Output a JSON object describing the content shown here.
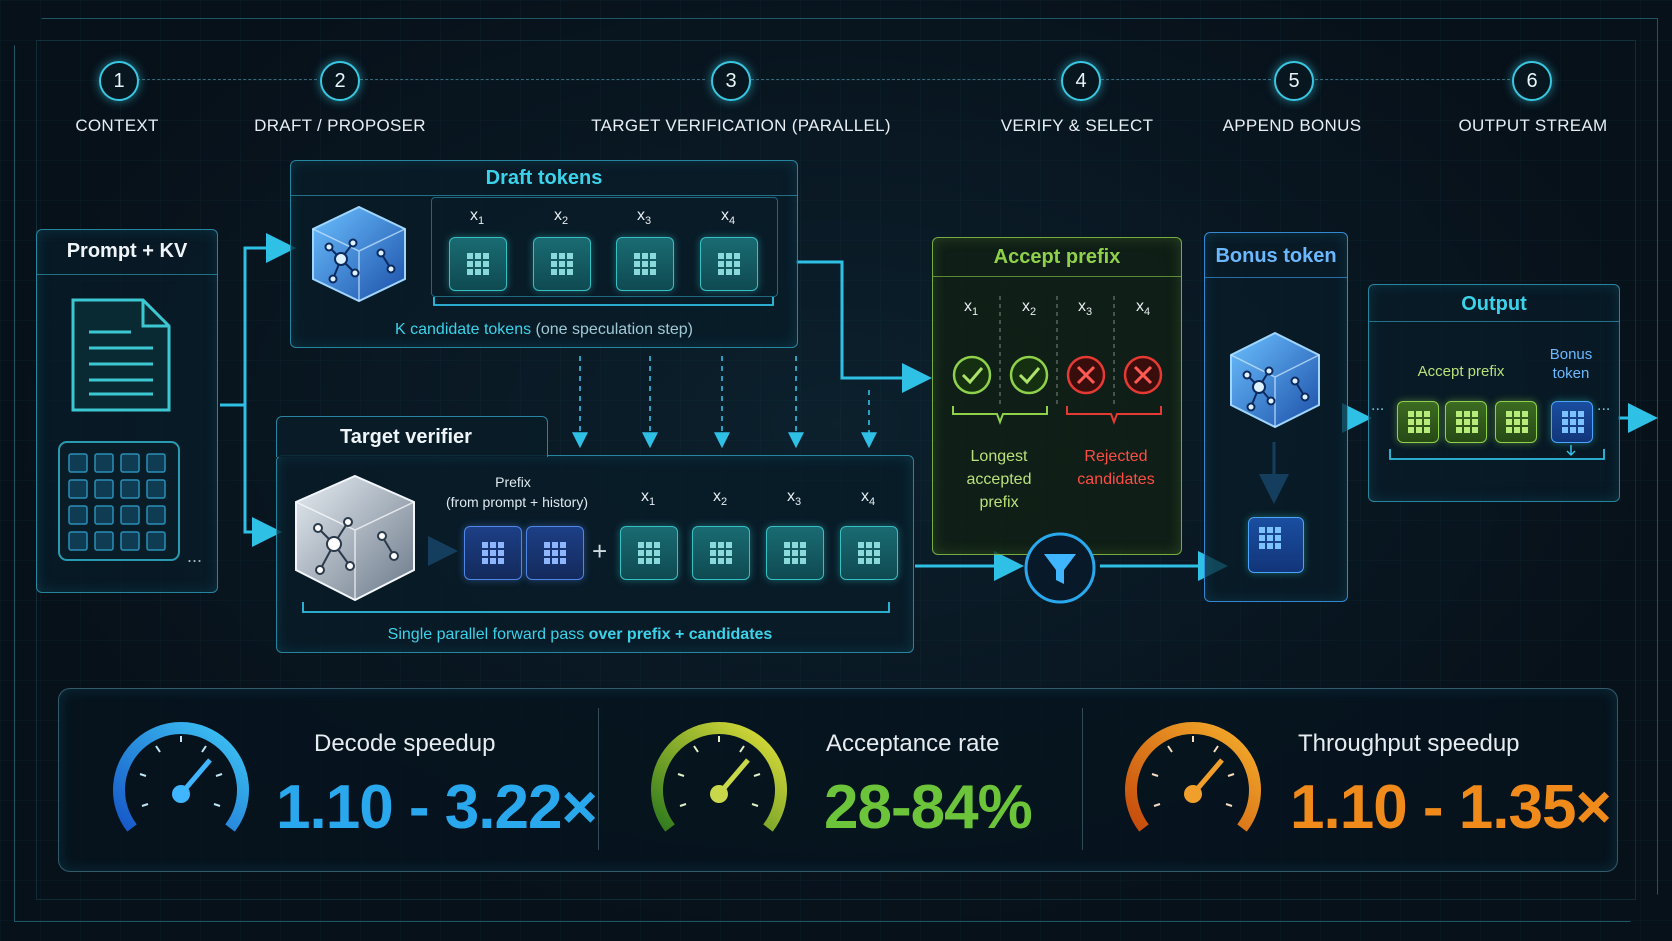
{
  "steps": [
    {
      "num": "1",
      "label": "CONTEXT"
    },
    {
      "num": "2",
      "label": "DRAFT / PROPOSER"
    },
    {
      "num": "3",
      "label": "TARGET VERIFICATION (PARALLEL)"
    },
    {
      "num": "4",
      "label": "VERIFY & SELECT"
    },
    {
      "num": "5",
      "label": "APPEND BONUS"
    },
    {
      "num": "6",
      "label": "OUTPUT STREAM"
    }
  ],
  "context": {
    "title": "Prompt + KV",
    "ellipsis": "..."
  },
  "draft": {
    "title": "Draft tokens",
    "tokens": [
      "x",
      "x",
      "x",
      "x"
    ],
    "subs": [
      "1",
      "2",
      "3",
      "4"
    ],
    "caption_main": "K candidate tokens",
    "caption_note": "(one speculation step)"
  },
  "target": {
    "title": "Target verifier",
    "prefix_label": "Prefix",
    "prefix_note": "(from prompt + history)",
    "plus": "+",
    "tokens": [
      "x",
      "x",
      "x",
      "x"
    ],
    "subs": [
      "1",
      "2",
      "3",
      "4"
    ],
    "caption_a": "Single parallel forward pass",
    "caption_b": "over prefix + candidates"
  },
  "accept": {
    "title": "Accept prefix",
    "tokens": [
      "x",
      "x",
      "x",
      "x"
    ],
    "subs": [
      "1",
      "2",
      "3",
      "4"
    ],
    "accepted_caption": [
      "Longest",
      "accepted",
      "prefix"
    ],
    "rejected_caption": [
      "Rejected",
      "candidates"
    ]
  },
  "bonus": {
    "title": "Bonus token"
  },
  "output": {
    "title": "Output",
    "accept_label": "Accept prefix",
    "bonus_label_1": "Bonus",
    "bonus_label_2": "token",
    "dots_left": "...",
    "dots_right": "..."
  },
  "metrics": [
    {
      "label": "Decode speedup",
      "value": "1.10 - 3.22×",
      "color": "#2aa8ee"
    },
    {
      "label": "Acceptance rate",
      "value": "28-84%",
      "color": "#6cc43a"
    },
    {
      "label": "Throughput speedup",
      "value": "1.10 - 1.35×",
      "color": "#f08a1a"
    }
  ],
  "colors": {
    "accent": "#38c6e0",
    "accept": "#8fd14a",
    "reject": "#e53a33",
    "bonus": "#3fa3ff"
  }
}
